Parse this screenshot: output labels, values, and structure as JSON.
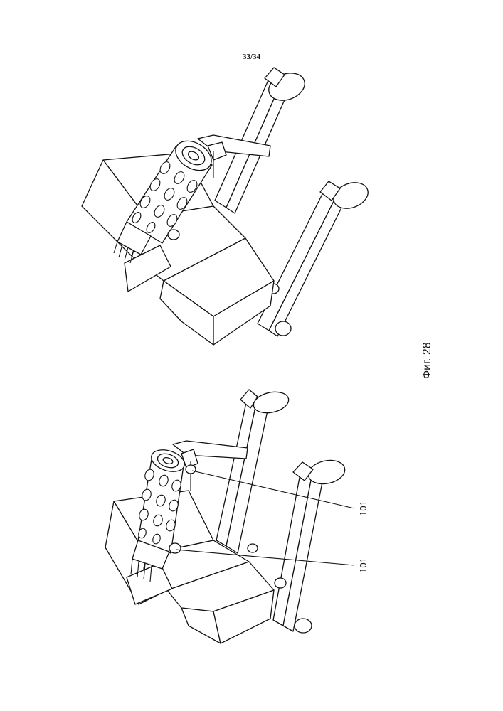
{
  "header": {
    "page_number": "33/34"
  },
  "figure": {
    "caption": "Фиг. 28",
    "reference_labels": [
      "101",
      "101"
    ]
  }
}
